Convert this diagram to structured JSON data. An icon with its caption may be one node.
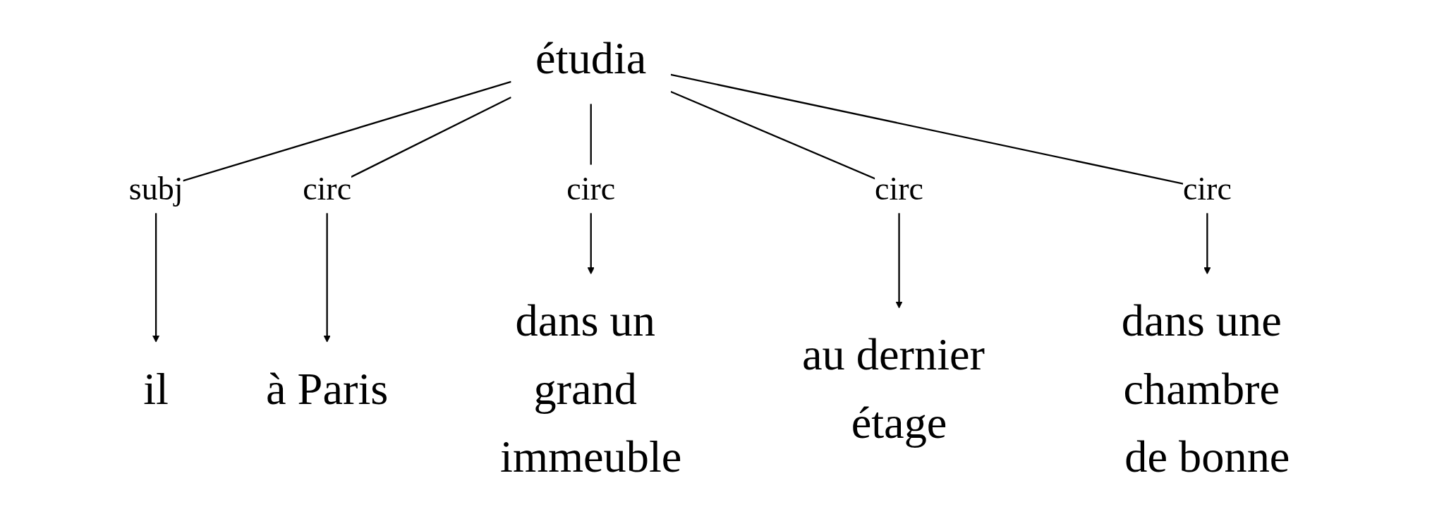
{
  "diagram": {
    "nodes": [
      {
        "text": [
          "étudia"
        ]
      },
      {
        "text": [
          "il"
        ]
      },
      {
        "text": [
          "à Paris"
        ]
      },
      {
        "text": [
          "dans un grand immeuble"
        ]
      },
      {
        "text": [
          "au dernier étage"
        ]
      },
      {
        "text": [
          "dans une chambre de bonne"
        ]
      }
    ],
    "edges": [
      {
        "from": 0,
        "to": 1,
        "arrow": "to",
        "label": "subj"
      },
      {
        "from": 0,
        "to": 2,
        "arrow": "to",
        "label": "circ"
      },
      {
        "from": 0,
        "to": 3,
        "arrow": "to",
        "label": "circ"
      },
      {
        "from": 0,
        "to": 4,
        "arrow": "to",
        "label": "circ"
      },
      {
        "from": 0,
        "to": 5,
        "arrow": "to",
        "label": "circ"
      }
    ]
  }
}
